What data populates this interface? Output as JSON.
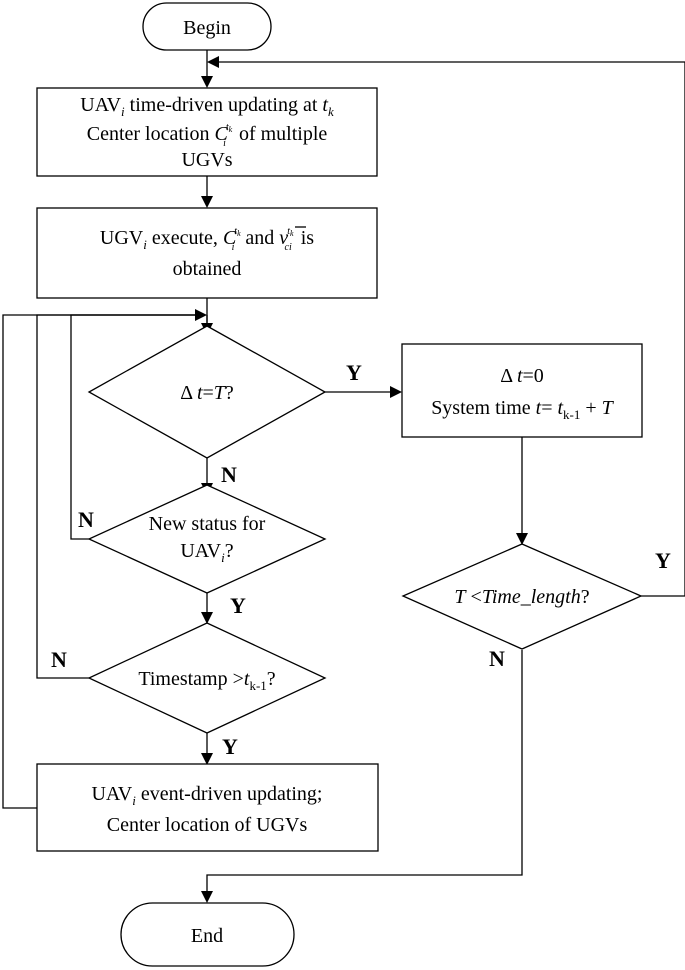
{
  "nodes": {
    "begin": "Begin",
    "end": "End",
    "box1": {
      "l1_a": "UAV",
      "l1_sub": "i",
      "l1_b": " time-driven updating at ",
      "l1_t": "t",
      "l1_tk": "k",
      "l2_a": "Center location ",
      "l2_C": "C",
      "l2_sub": "i",
      "l2_sup_t": "t",
      "l2_sup_k": "k",
      "l2_b": " of multiple",
      "l3": "UGVs"
    },
    "box2": {
      "l1_a": "UGV",
      "l1_sub": "i",
      "l1_b": " execute, ",
      "C": "C",
      "C_sub": "i",
      "C_sup_t": "t",
      "C_sup_k": "k",
      "and": " and ",
      "v": "v",
      "v_sub": "ci",
      "v_sup_t": "t",
      "v_sup_k": "k",
      "is": " is",
      "l2": "obtained"
    },
    "dec1": {
      "delta": "Δ ",
      "t": "t",
      "eq": "=",
      "T": "T",
      "q": "?"
    },
    "box3": {
      "l1_delta": "Δ ",
      "l1_t": "t",
      "l1_rest": "=0",
      "l2_a": "System time ",
      "l2_t": "t",
      "l2_eq": "= ",
      "l2_tk": "t",
      "l2_sub": "k-1",
      "l2_plus": " + ",
      "l2_T": "T"
    },
    "dec2": {
      "l1": "New status for",
      "l2_a": "UAV",
      "l2_sub": "i",
      "l2_q": "?"
    },
    "dec3": {
      "a": "Timestamp >",
      "t": "t",
      "sub": "k-1",
      "q": "?"
    },
    "dec4": {
      "T": "T",
      "lt": " <",
      "tl": "Time_length",
      "q": "?"
    },
    "box4": {
      "l1_a": "UAV",
      "l1_sub": "i",
      "l1_b": " event-driven updating;",
      "l2": "Center location of UGVs"
    }
  },
  "edge_labels": {
    "dec1_yes": "Y",
    "dec1_no": "N",
    "dec2_no": "N",
    "dec2_yes": "Y",
    "dec3_no": "N",
    "dec3_yes": "Y",
    "dec4_yes": "Y",
    "dec4_no": "N"
  }
}
